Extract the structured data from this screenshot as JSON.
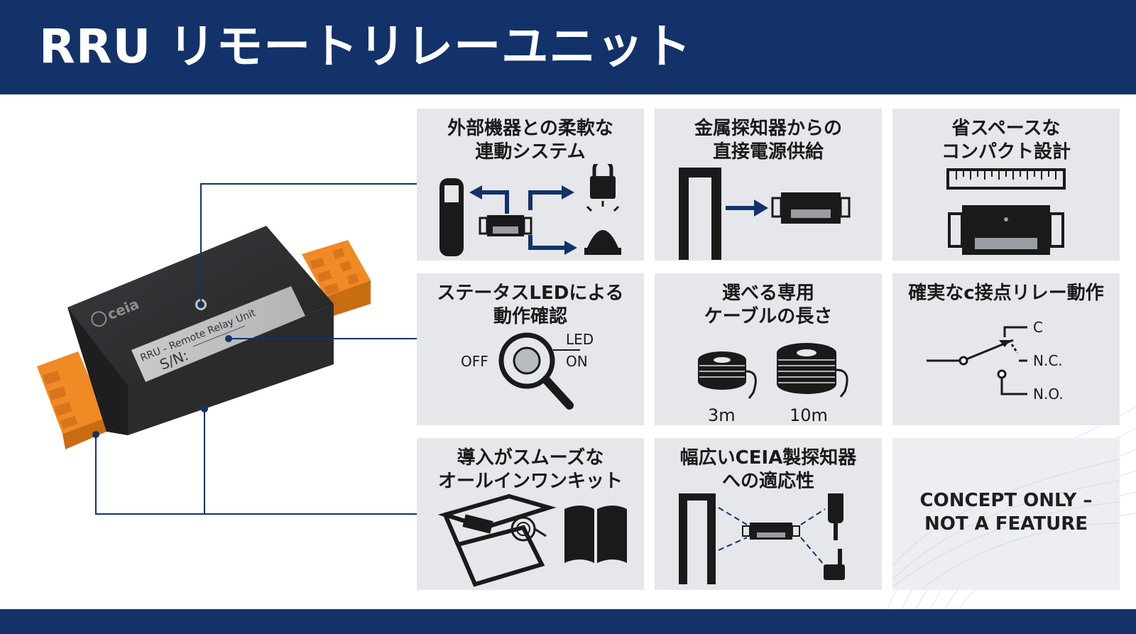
{
  "header": {
    "title": "RRU リモートリレーユニット"
  },
  "device": {
    "brand": "ceia",
    "label_line1": "RRU - Remote Relay Unit",
    "label_line2": "S/N:"
  },
  "panels": [
    {
      "id": "linkage",
      "title_lines": [
        "外部機器との柔軟な",
        "連動システム"
      ],
      "icon": "linkage-system-icon"
    },
    {
      "id": "power",
      "title_lines": [
        "金属探知器からの",
        "直接電源供給"
      ],
      "icon": "direct-power-icon"
    },
    {
      "id": "compact",
      "title_lines": [
        "省スペースな",
        "コンパクト設計"
      ],
      "icon": "compact-ruler-icon"
    },
    {
      "id": "led",
      "title_lines": [
        "ステータスLEDによる",
        "動作確認"
      ],
      "icon": "magnifier-led-icon",
      "labels": {
        "led": "LED",
        "off": "OFF",
        "on": "ON"
      }
    },
    {
      "id": "cable",
      "title_lines": [
        "選べる専用",
        "ケーブルの長さ"
      ],
      "icon": "cable-reel-icon",
      "labels": {
        "short": "3m",
        "long": "10m"
      }
    },
    {
      "id": "relay",
      "title_lines": [
        "確実なc接点リレー動作"
      ],
      "icon": "relay-contact-icon",
      "labels": {
        "c": "C",
        "nc": "N.C.",
        "no": "N.O."
      }
    },
    {
      "id": "kit",
      "title_lines": [
        "導入がスムーズな",
        "オールインワンキット"
      ],
      "icon": "all-in-one-kit-icon"
    },
    {
      "id": "compat",
      "title_lines": [
        "幅広いCEIA製探知器",
        "への適応性"
      ],
      "icon": "detector-compatibility-icon"
    },
    {
      "id": "concept",
      "title_lines": [],
      "text_lines": [
        "CONCEPT ONLY –",
        "NOT A FEATURE"
      ]
    }
  ],
  "colors": {
    "navy": "#13326a",
    "panel": "#e5e7ea",
    "orange": "#f08a24",
    "body": "#2a2a2c",
    "icon": "#1a1a1a"
  }
}
